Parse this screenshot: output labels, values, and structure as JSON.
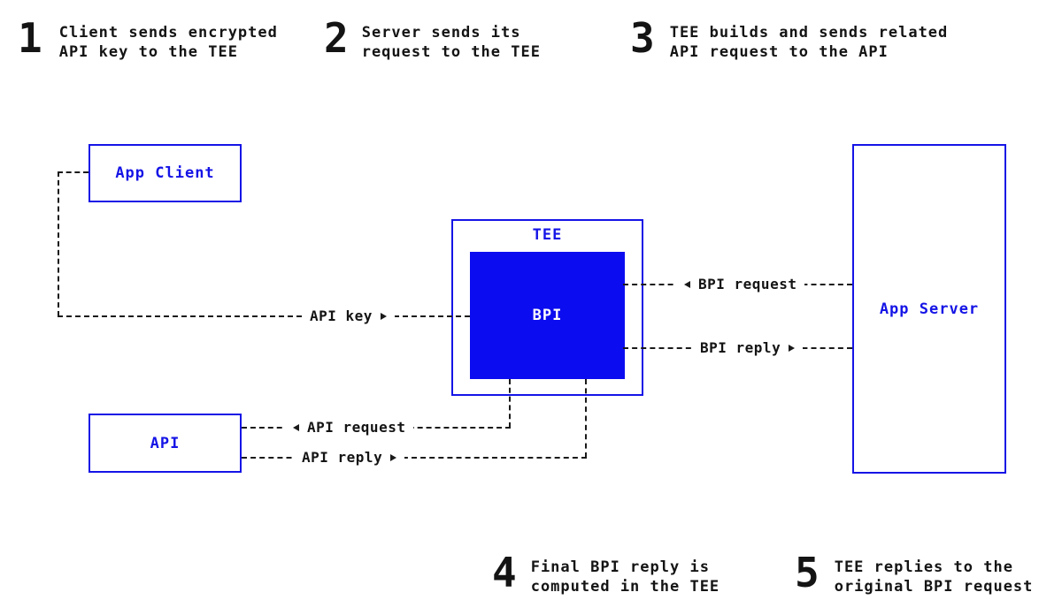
{
  "colors": {
    "accent_blue": "#1514e6",
    "bpi_fill": "#0c0cf0",
    "line_color": "#1a1a1a",
    "text_color": "#141414",
    "background": "#ffffff"
  },
  "steps": [
    {
      "number": "1",
      "lines": [
        "Client sends encrypted",
        "API key to the TEE"
      ]
    },
    {
      "number": "2",
      "lines": [
        "Server sends its",
        "request to the TEE"
      ]
    },
    {
      "number": "3",
      "lines": [
        "TEE builds and sends related",
        "API request to the API"
      ]
    },
    {
      "number": "4",
      "lines": [
        "Final BPI reply is",
        "computed in the TEE"
      ]
    },
    {
      "number": "5",
      "lines": [
        "TEE replies to the",
        "original BPI request"
      ]
    }
  ],
  "nodes": {
    "app_client": {
      "label": "App Client"
    },
    "api": {
      "label": "API"
    },
    "tee": {
      "label": "TEE"
    },
    "bpi": {
      "label": "BPI"
    },
    "app_server": {
      "label": "App Server"
    }
  },
  "connectors": {
    "api_key": {
      "label": "API key",
      "arrow": "right"
    },
    "bpi_request": {
      "label": "BPI request",
      "arrow": "left"
    },
    "bpi_reply": {
      "label": "BPI reply",
      "arrow": "right"
    },
    "api_request": {
      "label": "API request",
      "arrow": "left"
    },
    "api_reply": {
      "label": "API reply",
      "arrow": "right"
    }
  }
}
